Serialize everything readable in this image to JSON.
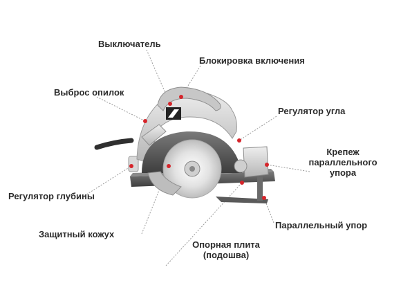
{
  "labels": {
    "switch": "Выключатель",
    "lock": "Блокировка включения",
    "dust": "Выброс опилок",
    "angle": "Регулятор угла",
    "fence_mount_1": "Крепеж",
    "fence_mount_2": "параллельного",
    "fence_mount_3": "упора",
    "depth": "Регулятор глубины",
    "guard": "Защитный кожух",
    "fence": "Параллельный упор",
    "base_1": "Опорная плита",
    "base_2": "(подошва)"
  },
  "colors": {
    "leader": "#9a9a9a",
    "marker": "#d6252b",
    "body": "#cfcfcf",
    "dark": "#5a5a5a",
    "text": "#2b2b2b"
  }
}
